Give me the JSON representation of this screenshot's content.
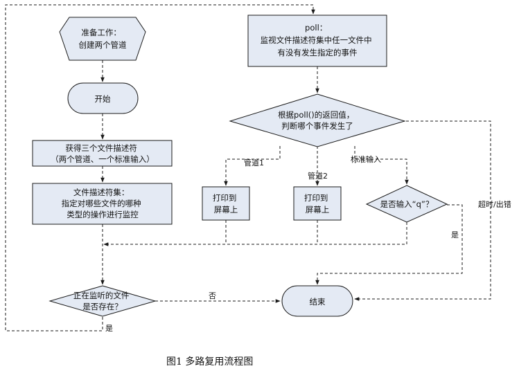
{
  "nodes": {
    "prepare": {
      "lines": [
        "准备工作：",
        "创建两个管道"
      ]
    },
    "start": {
      "lines": [
        "开始"
      ]
    },
    "get_fds": {
      "lines": [
        "获得三个文件描述符",
        "（两个管道、一个标准输入）"
      ]
    },
    "fd_set": {
      "lines": [
        "文件描述符集：",
        "指定对哪些文件的哪种",
        "类型的操作进行监控"
      ]
    },
    "poll": {
      "lines": [
        "poll：",
        "监视文件描述符集中任一文件中",
        "有没有发生指定的事件"
      ]
    },
    "poll_return": {
      "lines": [
        "根据poll()的返回值，",
        "判断哪个事件发生了"
      ]
    },
    "print1": {
      "lines": [
        "打印到",
        "屏幕上"
      ]
    },
    "print2": {
      "lines": [
        "打印到",
        "屏幕上"
      ]
    },
    "input_q": {
      "lines": [
        "是否输入“q”？"
      ]
    },
    "monitoring": {
      "lines": [
        "正在监听的文件",
        "是否存在？"
      ]
    },
    "end": {
      "lines": [
        "结束"
      ]
    }
  },
  "labels": {
    "pipe1": "管道1",
    "pipe2": "管道2",
    "stdin": "标准输入",
    "timeout": "超时/出错",
    "yes_q": "是",
    "no": "否",
    "yes_loop": "是"
  },
  "caption": "图1  多路复用流程图"
}
